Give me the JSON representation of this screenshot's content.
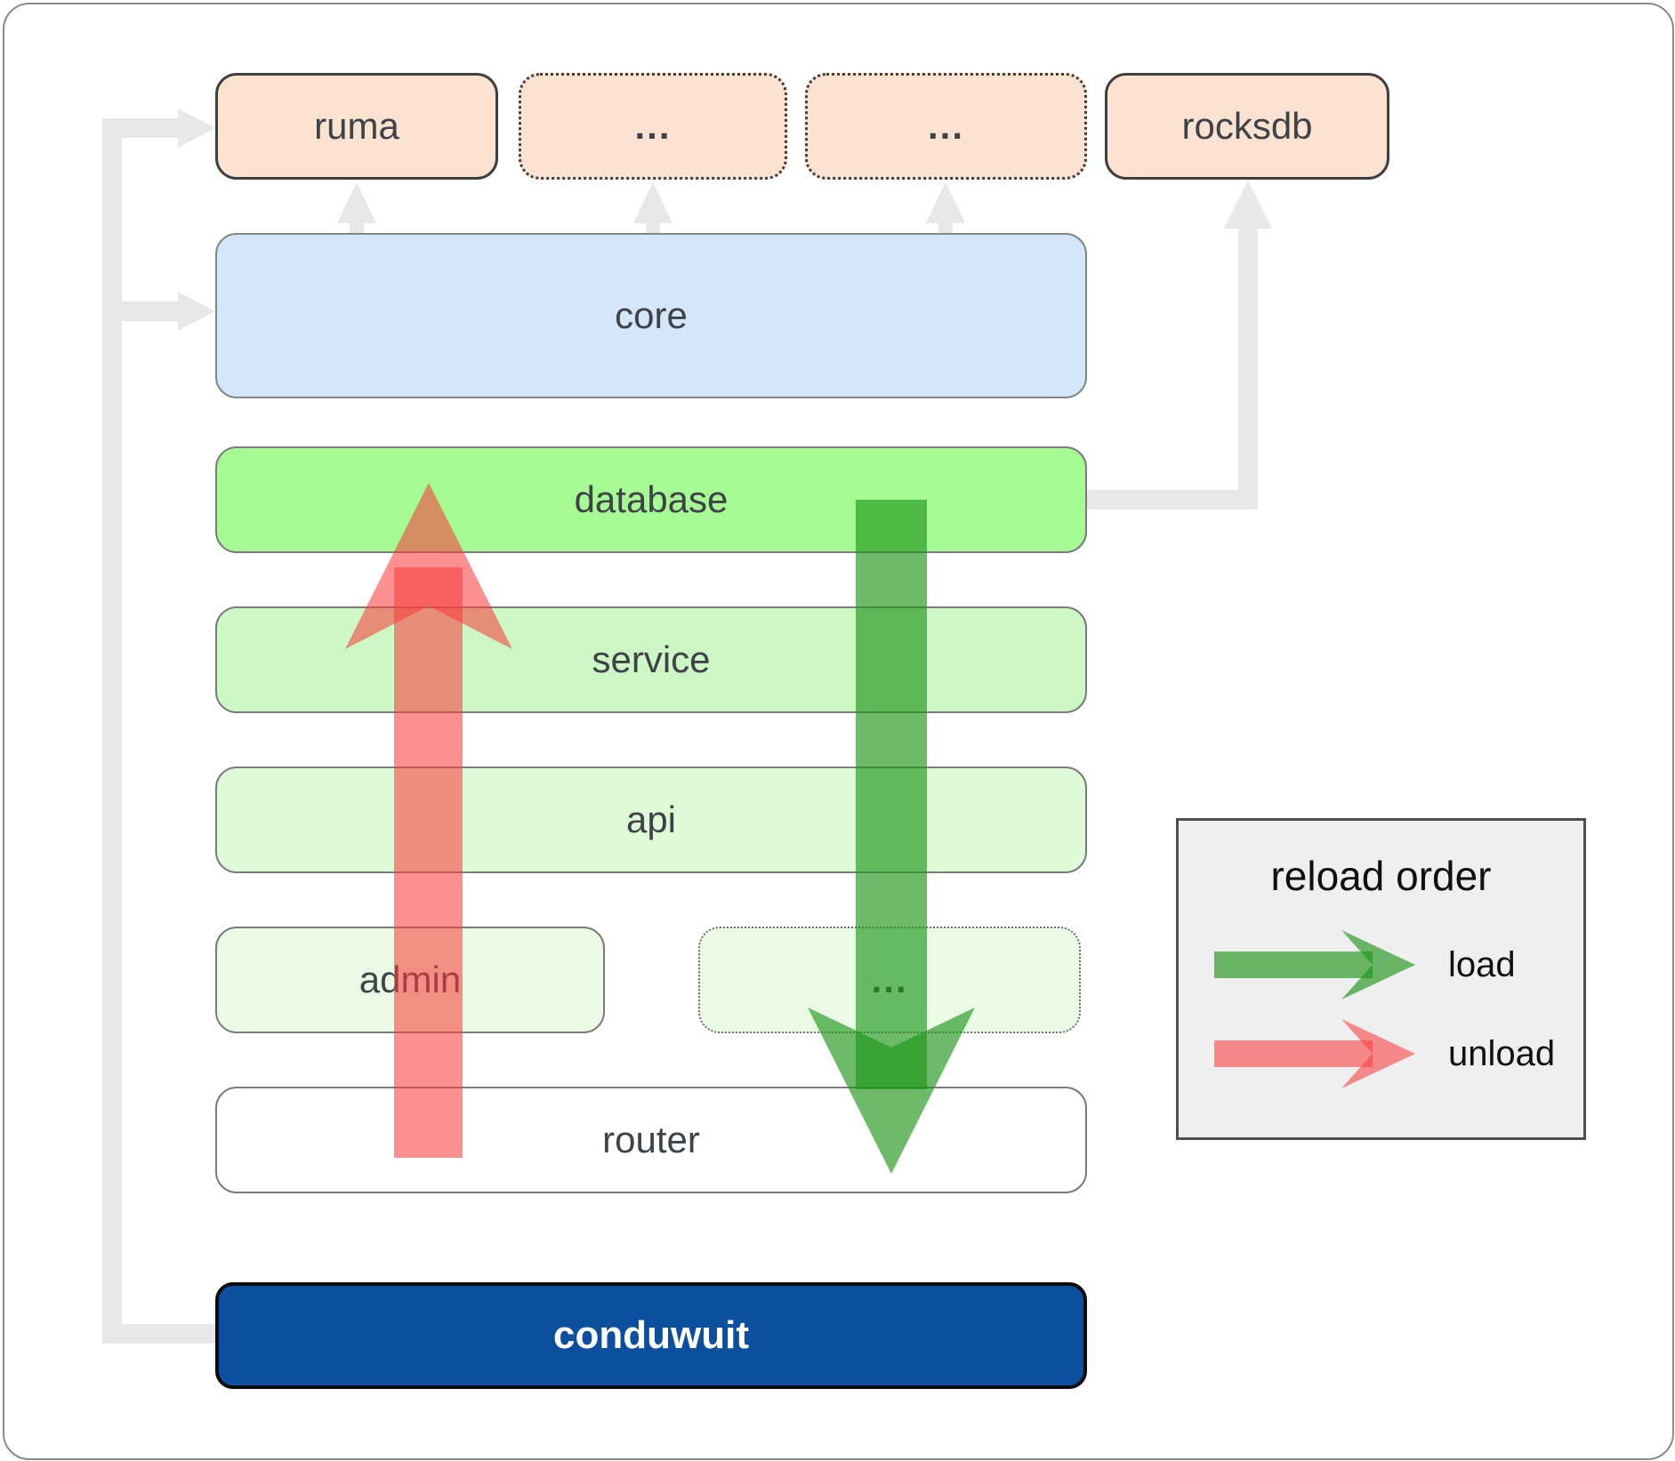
{
  "nodes": {
    "ruma": {
      "label": "ruma"
    },
    "dep_a": {
      "label": "..."
    },
    "dep_b": {
      "label": "..."
    },
    "rocksdb": {
      "label": "rocksdb"
    },
    "core": {
      "label": "core"
    },
    "database": {
      "label": "database"
    },
    "service": {
      "label": "service"
    },
    "api": {
      "label": "api"
    },
    "admin": {
      "label": "admin"
    },
    "services_more": {
      "label": "..."
    },
    "router": {
      "label": "router"
    },
    "conduwuit": {
      "label": "conduwuit"
    }
  },
  "legend": {
    "title": "reload order",
    "load_label": "load",
    "unload_label": "unload"
  },
  "colors": {
    "load_arrow": "#2e961a",
    "unload_arrow": "#fa3c3c",
    "dependency_fill": "#fce3d1",
    "core_fill": "#d3e6fa",
    "database_fill": "#a5fa94",
    "service_fill": "#cdf8c5",
    "api_fill": "#dcfbd6",
    "admin_fill": "#eafbe5",
    "router_fill": "#ffffff",
    "conduwuit_fill": "#0c4f9e",
    "connector_gray": "#e8e8e8"
  }
}
